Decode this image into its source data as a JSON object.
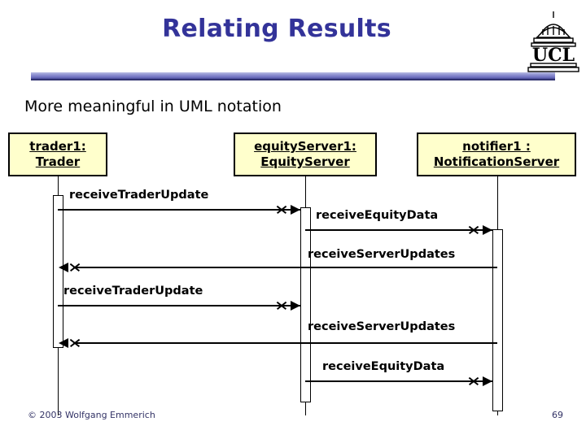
{
  "slide": {
    "title": "Relating Results",
    "subtitle": "More meaningful in UML notation",
    "logo_text": "UCL",
    "accent_color": "#333399",
    "bar_color": "#6f71bf",
    "box_fill_color": "#ffffcc"
  },
  "footer": {
    "copyright": "© 2003 Wolfgang Emmerich",
    "page_number": "69"
  },
  "diagram": {
    "type": "uml-sequence",
    "lifelines": [
      {
        "id": "trader",
        "line1": "trader1:",
        "line2": "Trader"
      },
      {
        "id": "equityServer",
        "line1": "equityServer1:",
        "line2": "EquityServer"
      },
      {
        "id": "notifier",
        "line1": "notifier1 :",
        "line2": "NotificationServer"
      }
    ],
    "messages": [
      {
        "label": "receiveTraderUpdate",
        "from": "trader",
        "to": "equityServer",
        "direction": "right"
      },
      {
        "label": "receiveEquityData",
        "from": "equityServer",
        "to": "notifier",
        "direction": "right"
      },
      {
        "label": "receiveServerUpdates",
        "from": "notifier",
        "to": "trader",
        "direction": "left"
      },
      {
        "label": "receiveTraderUpdate",
        "from": "trader",
        "to": "equityServer",
        "direction": "right"
      },
      {
        "label": "receiveServerUpdates",
        "from": "notifier",
        "to": "trader",
        "direction": "left"
      },
      {
        "label": "receiveEquityData",
        "from": "equityServer",
        "to": "notifier",
        "direction": "right"
      }
    ]
  }
}
